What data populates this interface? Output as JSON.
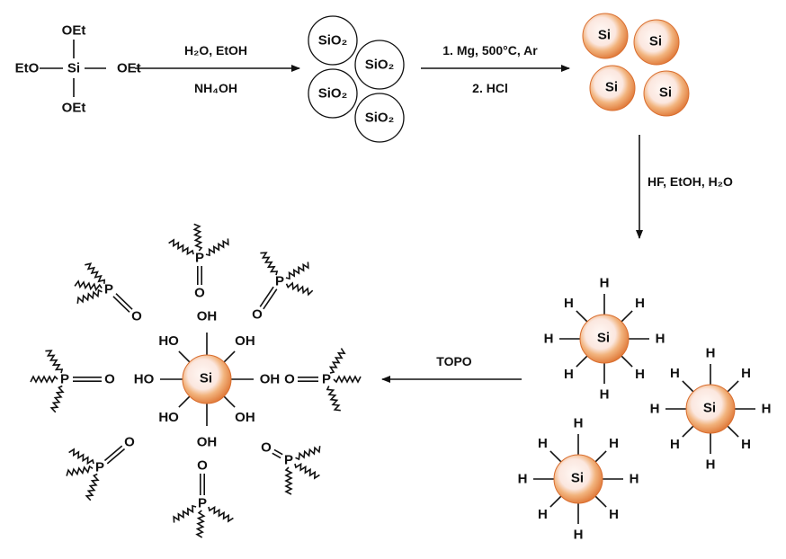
{
  "precursor": {
    "center": "Si",
    "groups": [
      "OEt",
      "EtO",
      "OEt",
      "OEt"
    ]
  },
  "step1": {
    "reagent_top": "H₂O, EtOH",
    "reagent_bottom": "NH₄OH"
  },
  "silica_particles": [
    "SiO₂",
    "SiO₂",
    "SiO₂",
    "SiO₂"
  ],
  "step2": {
    "reagent_top": "1. Mg, 500°C, Ar",
    "reagent_bottom": "2. HCl"
  },
  "si_particles": [
    "Si",
    "Si",
    "Si",
    "Si"
  ],
  "step3": {
    "reagent": "HF, EtOH, H₂O"
  },
  "hydride_particles": {
    "core": "Si",
    "terminal": "H"
  },
  "step4": {
    "reagent": "TOPO"
  },
  "product": {
    "core": "Si",
    "hydroxyl": "OH",
    "hydroxyl_left": "HO",
    "phosphorus": "P",
    "oxygen": "O"
  },
  "colors": {
    "particle_outer": "#e8874a",
    "particle_mid": "#f0b27a",
    "particle_inner": "#fff6f2",
    "line": "#111111"
  }
}
